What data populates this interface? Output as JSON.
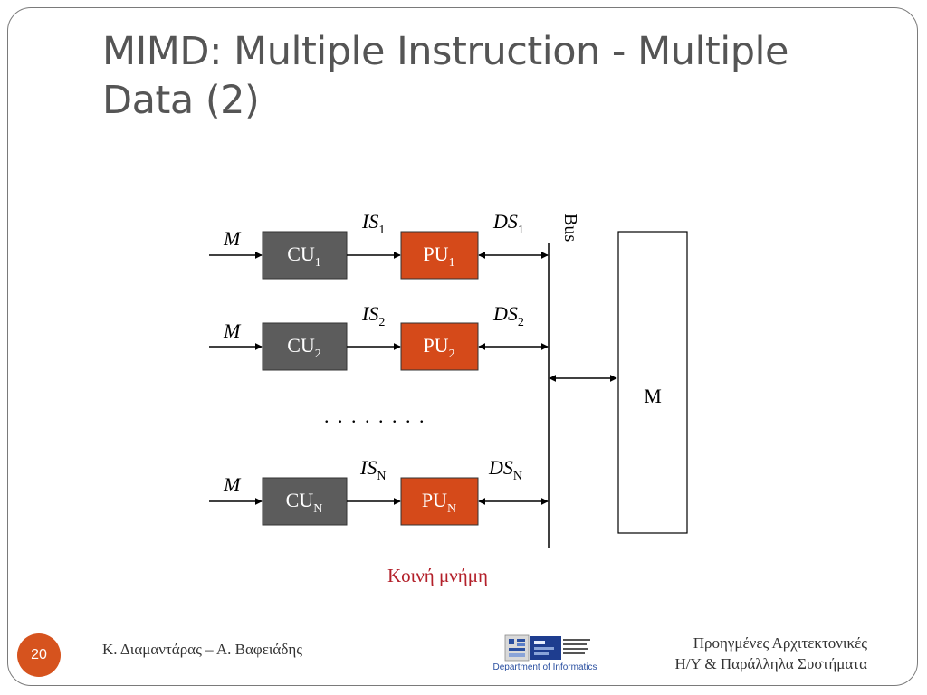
{
  "slide": {
    "title_line1": "MIMD: Multiple Instruction - Multiple",
    "title_line2": "Data (2)",
    "page_number": "20",
    "authors": "Κ. Διαμαντάρας – Α. Βαφειάδης",
    "course_line1": "Προηγμένες Αρχιτεκτονικές",
    "course_line2": "Η/Υ & Παράλληλα Συστήματα",
    "logo_caption": "Department of Informatics"
  },
  "diagram": {
    "memory_input_label": "M",
    "cu_label": "CU",
    "pu_label": "PU",
    "is_label": "IS",
    "ds_label": "DS",
    "rows": [
      {
        "subscript": "1"
      },
      {
        "subscript": "2"
      },
      {
        "subscript": "N"
      }
    ],
    "ellipsis": ". . . . . . . .",
    "bus_label": "Bus",
    "memory_block_label": "M",
    "shared_memory_caption": "Κοινή μνήμη",
    "colors": {
      "cu_fill": "#5c5c5c",
      "pu_fill": "#d54a1a",
      "caption": "#b3202a"
    }
  }
}
